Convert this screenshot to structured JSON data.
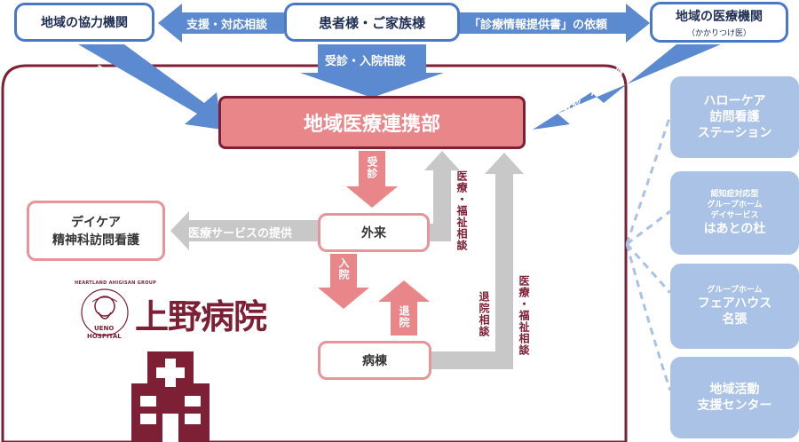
{
  "top": {
    "partner_institutions": "地域の協力機関",
    "patients_families": "患者様・ご家族様",
    "local_medical": "地域の医療機関",
    "local_medical_sub": "（かかりつけ医）",
    "support_consult": "支援・対応相談",
    "info_request": "「診療情報提供書」の依頼",
    "visit_admission_center": "受診・入院相談",
    "visit_admission_left": "受診・入院相談",
    "visit_admission_right": "受診・入院相談"
  },
  "center": {
    "department": "地域医療連携部",
    "consult_down": "受診",
    "outpatient": "外来",
    "ward": "病棟",
    "admission": "入院",
    "discharge": "退院",
    "medical_welfare_1": "医療・福祉相談",
    "discharge_consult": "退院相談",
    "medical_welfare_2": "医療・福祉相談",
    "service_provide": "医療サービスの提供",
    "daycare_line1": "デイケア",
    "daycare_line2": "精神科訪問看護"
  },
  "logo": {
    "hospital_name": "上野病院",
    "ring_text": "HEARTLAND AHIGISAN GROUP",
    "en_line1": "UENO",
    "en_line2": "HOSPITAL"
  },
  "side": {
    "item1": "ハローケア\n訪問看護\nステーション",
    "item2_small": "認知症対応型\nグループホーム\nデイサービス",
    "item2_main": "はあとの杜",
    "item3_small": "グループホーム",
    "item3_main": "フェアハウス\n名張",
    "item4": "地域活動\n支援センター"
  },
  "colors": {
    "maroon": "#7d1f35",
    "pink": "#e9868a",
    "blue_arrow": "#5b8ad0",
    "gray_arrow": "#c8c8c8",
    "side_blue": "#a9c2e6"
  }
}
